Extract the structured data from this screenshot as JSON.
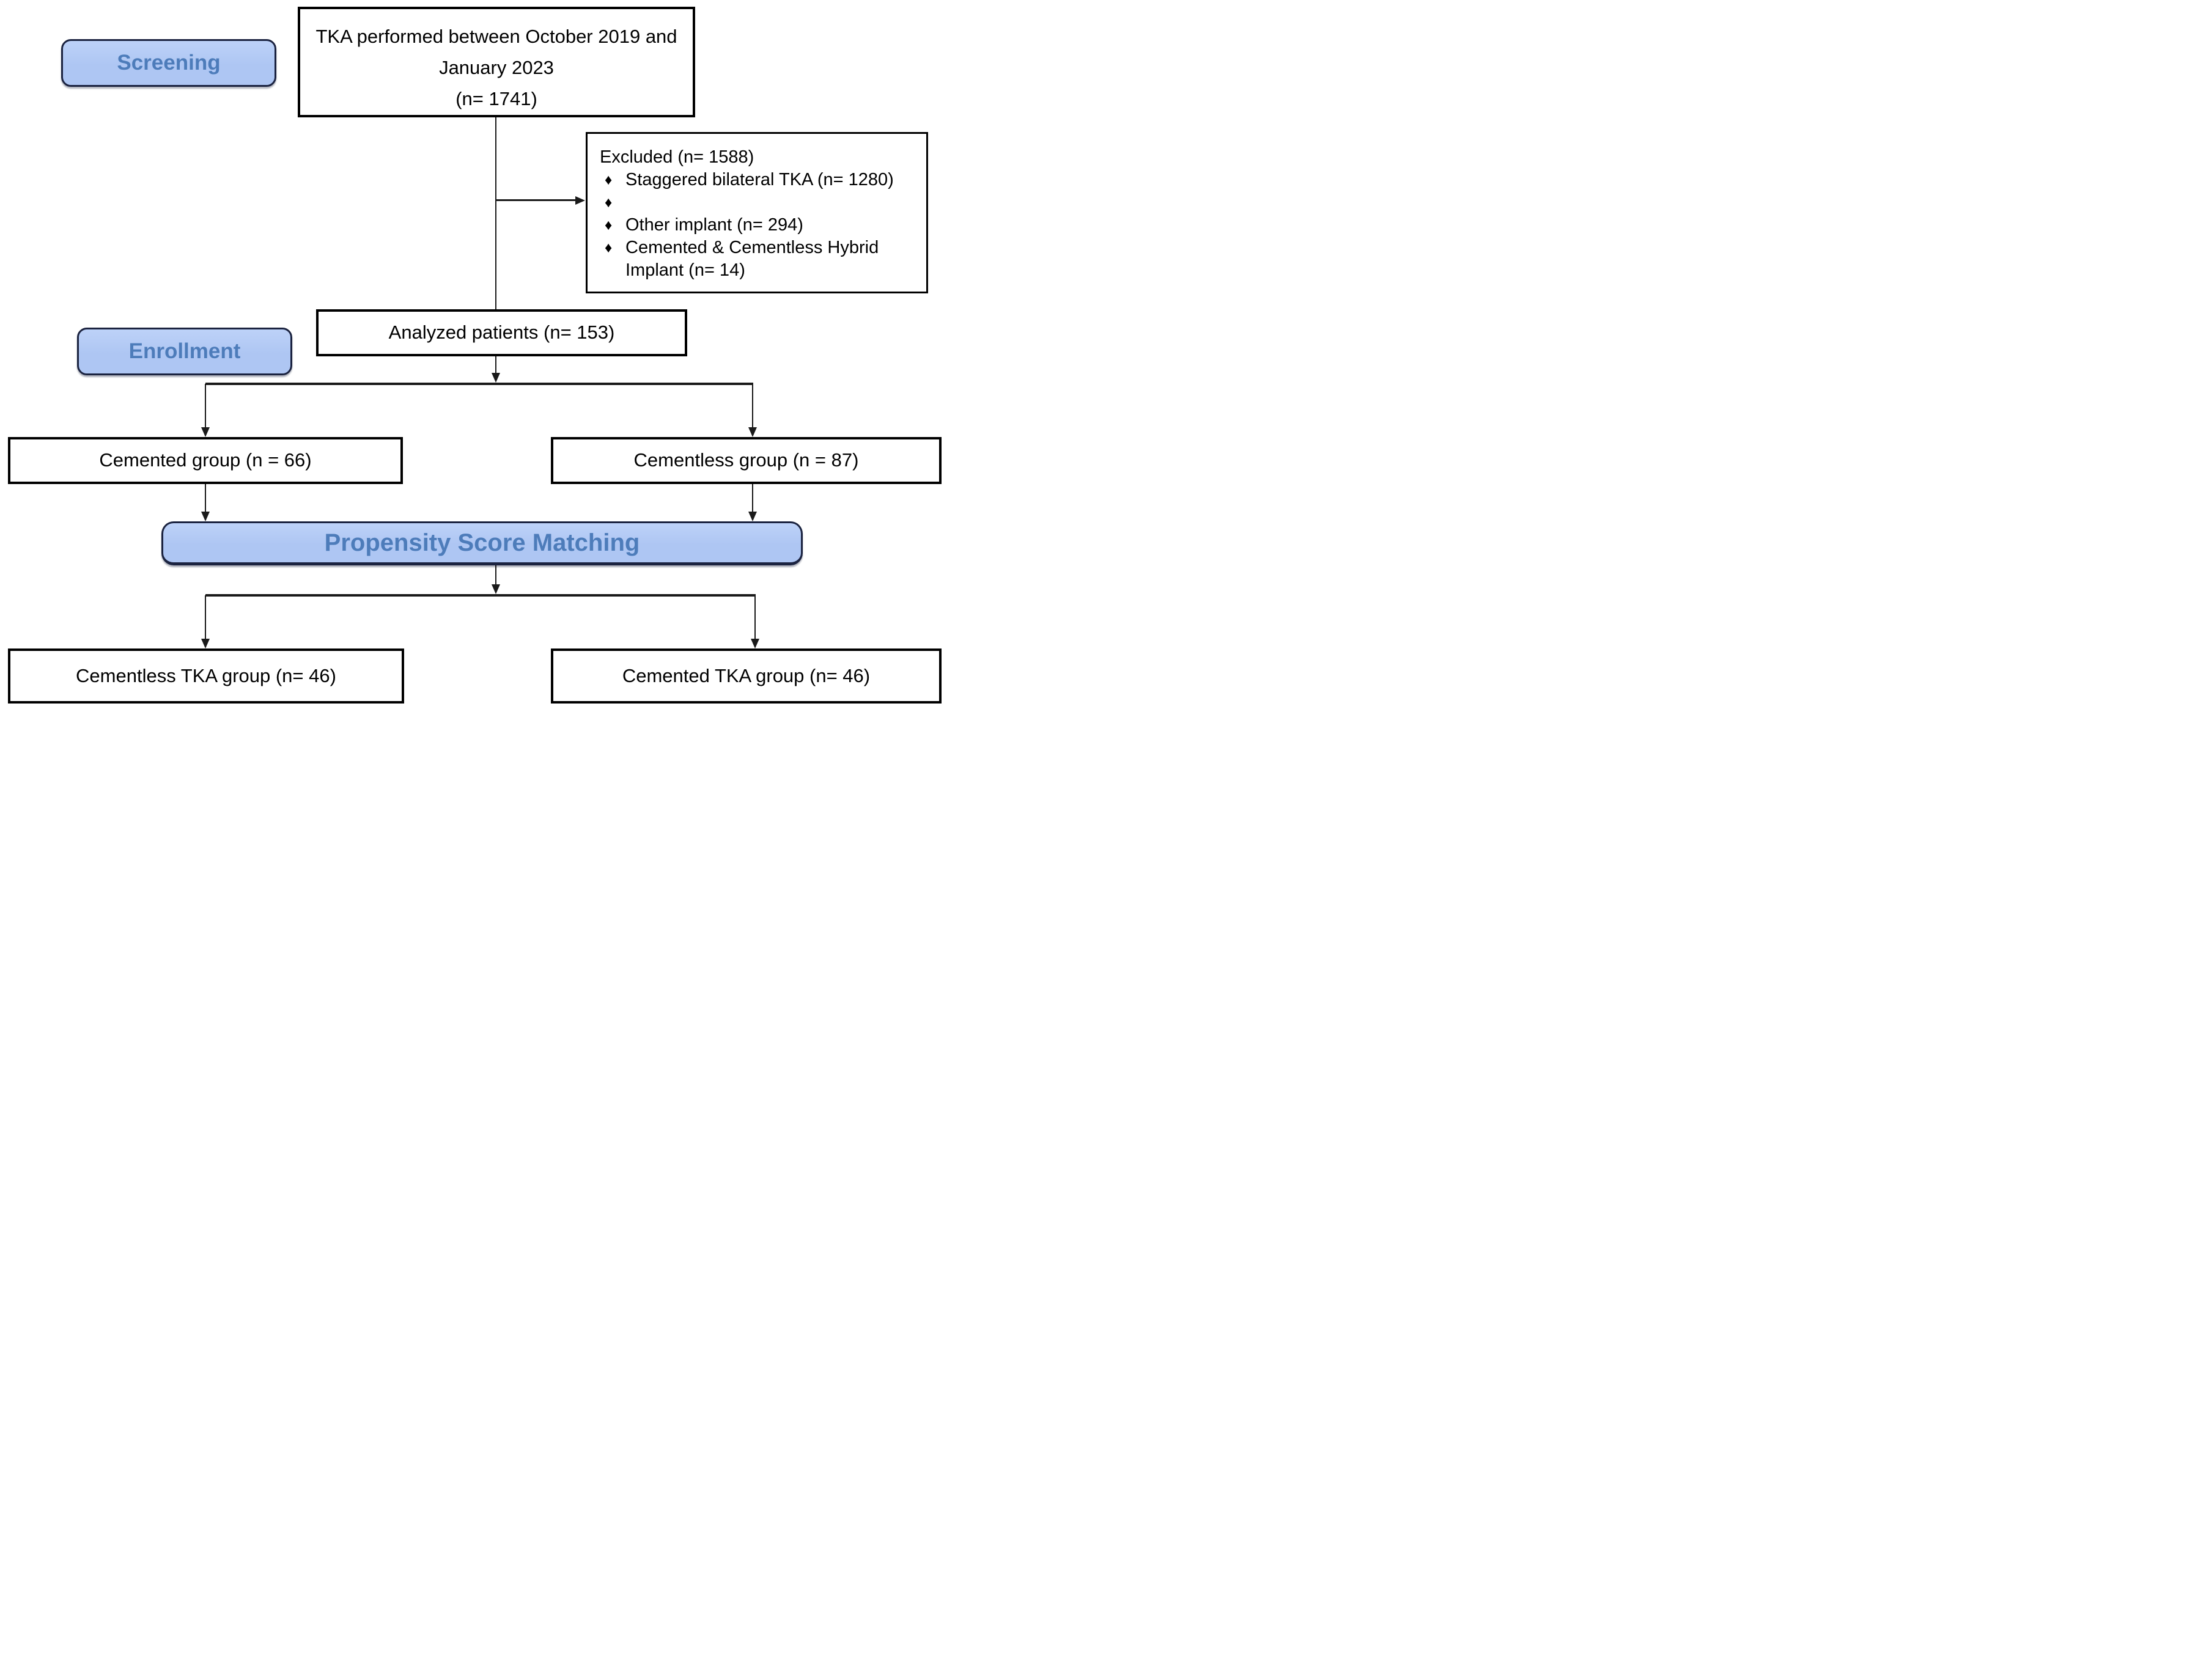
{
  "colors": {
    "pill_fill": "#aec6f3",
    "pill_fill_top": "#bdd2f8",
    "pill_border": "#1b2340",
    "pill_text": "#4d7cba",
    "box_border": "#000000",
    "box_fill": "#ffffff",
    "line": "#1a1a1a",
    "page_bg": "#ffffff"
  },
  "icons": {
    "bullet": "♦"
  },
  "stages": {
    "screening": "Screening",
    "enrollment": "Enrollment"
  },
  "boxes": {
    "initial": {
      "title_line1": "TKA performed between October 2019 and",
      "title_line2": "January 2023",
      "count": "(n= 1741)"
    },
    "excluded": {
      "title": "Excluded (n= 1588)",
      "items": [
        {
          "text": "Staggered bilateral TKA (n= 1280)"
        },
        {
          "text": ""
        },
        {
          "text": "Other implant (n= 294)"
        },
        {
          "text": "Cemented & Cementless Hybrid Implant (n= 14)"
        }
      ]
    },
    "analyzed": {
      "label": "Analyzed patients (n= 153)"
    },
    "cemented_group": {
      "label": "Cemented group (n = 66)"
    },
    "cementless_group": {
      "label": "Cementless group (n = 87)"
    },
    "matching": {
      "label": "Propensity Score Matching"
    },
    "cementless_tka": {
      "label": "Cementless TKA group (n= 46)"
    },
    "cemented_tka": {
      "label": "Cemented TKA group (n= 46)"
    }
  }
}
